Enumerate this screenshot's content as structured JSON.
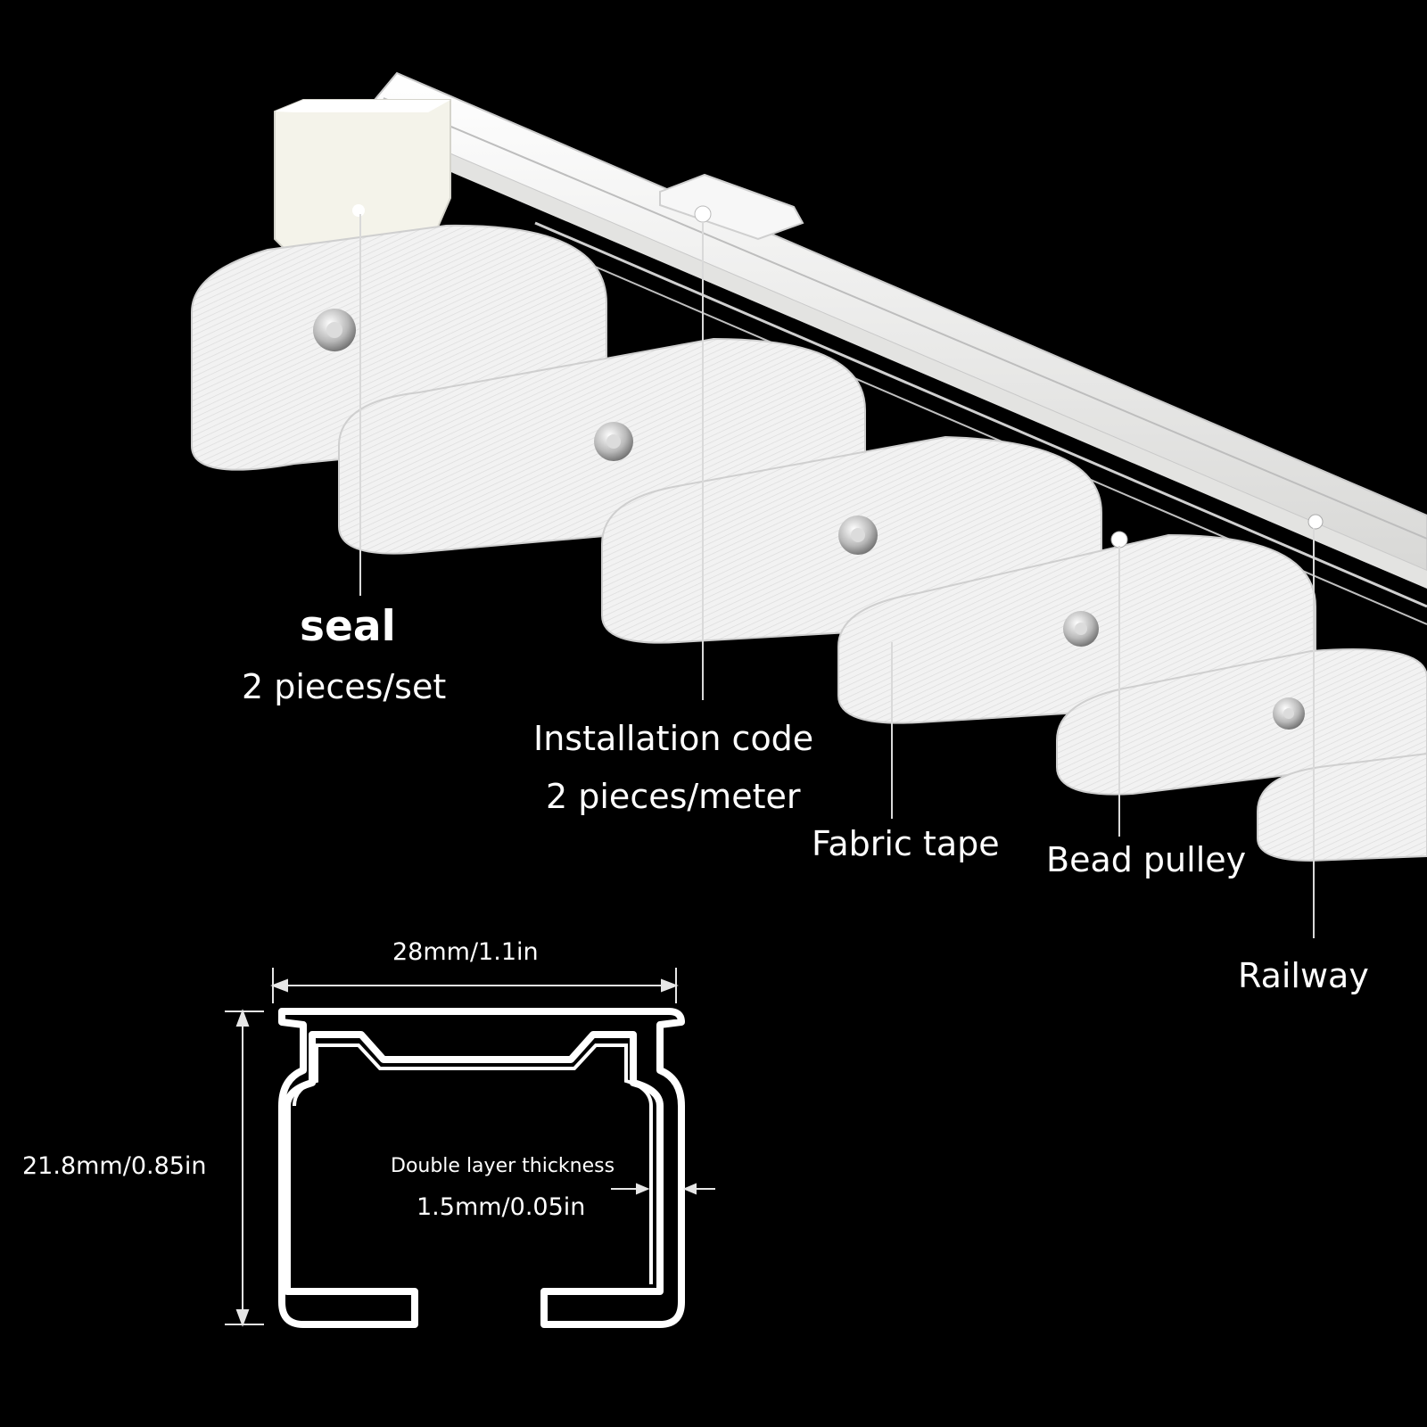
{
  "labels": {
    "seal": "seal",
    "seal_qty": "2 pieces/set",
    "installation_code": "Installation code",
    "installation_qty": "2 pieces/meter",
    "fabric_tape": "Fabric tape",
    "bead_pulley": "Bead pulley",
    "railway": "Railway"
  },
  "dimensions": {
    "width": "28mm/1.1in",
    "height": "21.8mm/0.85in",
    "thickness_label": "Double layer thickness",
    "thickness_value": "1.5mm/0.05in"
  },
  "colors": {
    "background": "#000000",
    "product": "#f4f4f2",
    "text": "#ffffff",
    "leader_line": "#d9d9d9"
  }
}
